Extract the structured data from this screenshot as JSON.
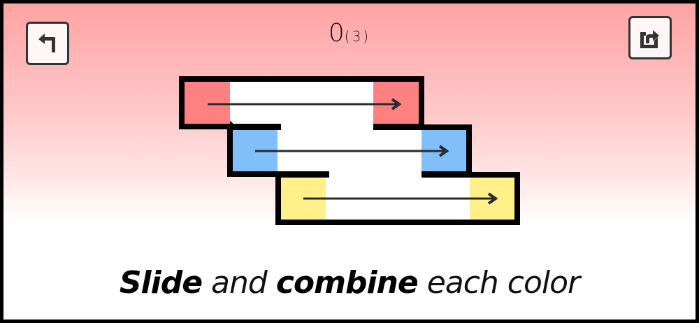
{
  "hud": {
    "moves": "0",
    "par": "(3)",
    "undo_icon": "undo-arrow-icon",
    "share_icon": "share-icon"
  },
  "puzzle": {
    "rows": [
      {
        "color_name": "red",
        "color": "#ff8080",
        "direction": "right"
      },
      {
        "color_name": "blue",
        "color": "#80bffa",
        "direction": "right"
      },
      {
        "color_name": "yellow",
        "color": "#fff08a",
        "direction": "right"
      }
    ]
  },
  "caption": {
    "part1": "Slide",
    "part2": " and ",
    "part3": "combine",
    "part4": " each color"
  }
}
